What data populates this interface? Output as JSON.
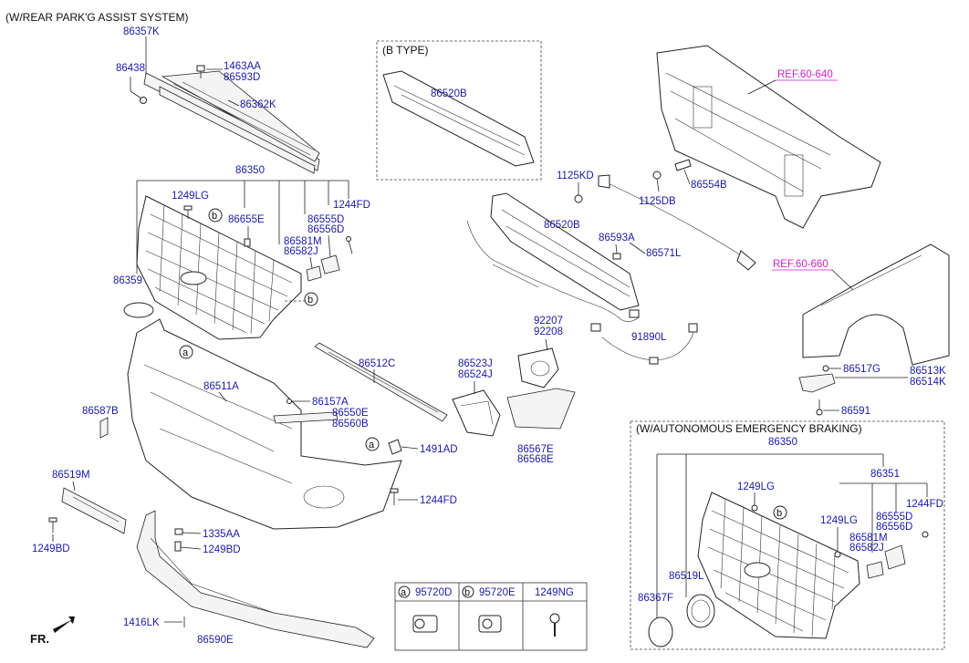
{
  "headers": {
    "rear_park_assist": "(W/REAR PARK'G ASSIST SYSTEM)",
    "b_type": "(B TYPE)",
    "autonomous_braking": "(W/AUTONOMOUS EMERGENCY BRAKING)"
  },
  "refs": {
    "ref_640": "REF.60-640",
    "ref_660": "REF.60-660"
  },
  "direction": "FR.",
  "circle_a": "a",
  "circle_b": "b",
  "labels": {
    "p86357K": "86357K",
    "p86438": "86438",
    "p1463AA": "1463AA",
    "p86593D": "86593D",
    "p86362K": "86362K",
    "p86520B_btype": "86520B",
    "p86350": "86350",
    "p1249LG": "1249LG",
    "p86655E": "86655E",
    "p1244FD": "1244FD",
    "p86555D": "86555D",
    "p86556D": "86556D",
    "p86581M": "86581M",
    "p86582J": "86582J",
    "p86359": "86359",
    "p1125KD": "1125KD",
    "p86554B": "86554B",
    "p1125DB": "1125DB",
    "p86520B": "86520B",
    "p86593A": "86593A",
    "p86571L": "86571L",
    "p92207": "92207",
    "p92208": "92208",
    "p91890L": "91890L",
    "p86512C": "86512C",
    "p86511A": "86511A",
    "p86157A": "86157A",
    "p86550E": "86550E",
    "p86560B": "86560B",
    "p86523J": "86523J",
    "p86524J": "86524J",
    "p86587B": "86587B",
    "p1491AD": "1491AD",
    "p86567E": "86567E",
    "p86568E": "86568E",
    "p86519M": "86519M",
    "p1244FD_b": "1244FD",
    "p1335AA": "1335AA",
    "p1249BD_a": "1249BD",
    "p1249BD_b": "1249BD",
    "p1416LK": "1416LK",
    "p86590E": "86590E",
    "p86517G": "86517G",
    "p86513K": "86513K",
    "p86514K": "86514K",
    "p86591": "86591",
    "aeb_86350": "86350",
    "aeb_86351": "86351",
    "aeb_1249LG_a": "1249LG",
    "aeb_1244FD": "1244FD",
    "aeb_1249LG_b": "1249LG",
    "aeb_86555D": "86555D",
    "aeb_86556D": "86556D",
    "aeb_86581M": "86581M",
    "aeb_86582J": "86582J",
    "aeb_86519L": "86519L",
    "aeb_86367F": "86367F"
  },
  "legend_table": {
    "col_a_circle": "a",
    "col_a_part": "95720D",
    "col_b_circle": "b",
    "col_b_part": "95720E",
    "col_c_part": "1249NG"
  }
}
